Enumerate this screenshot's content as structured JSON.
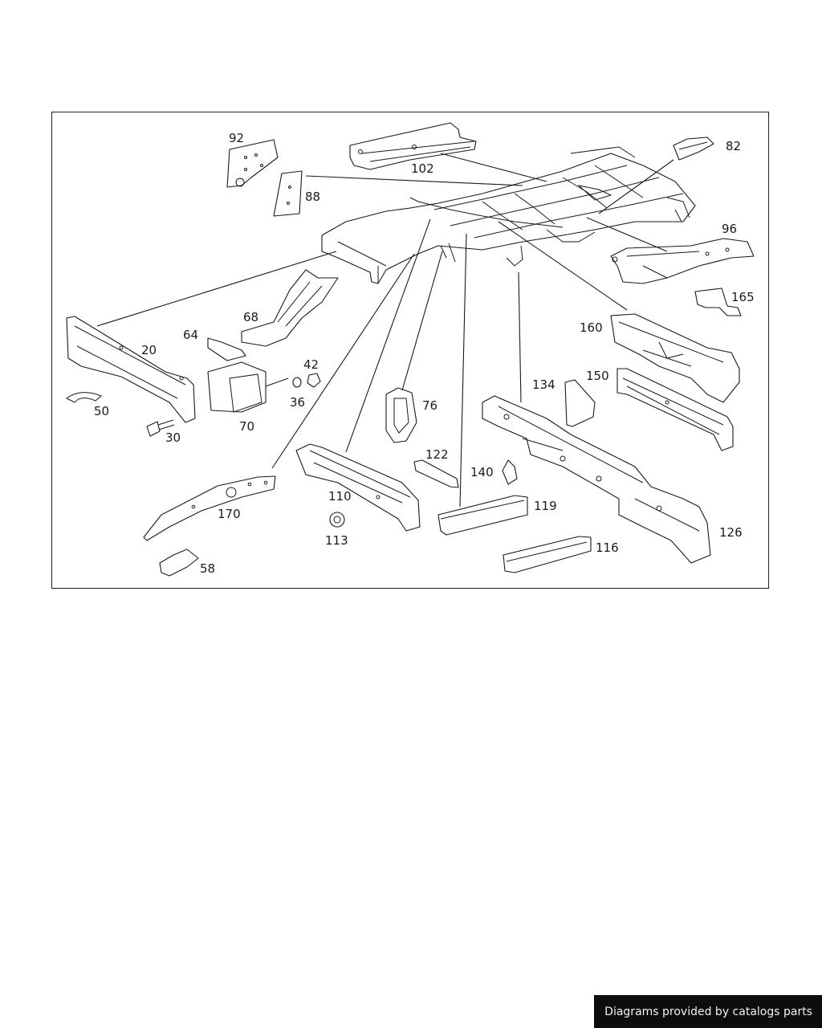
{
  "diagram": {
    "part_labels": [
      {
        "id": "92",
        "text": "92"
      },
      {
        "id": "88",
        "text": "88"
      },
      {
        "id": "102",
        "text": "102"
      },
      {
        "id": "82",
        "text": "82"
      },
      {
        "id": "96",
        "text": "96"
      },
      {
        "id": "165",
        "text": "165"
      },
      {
        "id": "160",
        "text": "160"
      },
      {
        "id": "150",
        "text": "150"
      },
      {
        "id": "134",
        "text": "134"
      },
      {
        "id": "68",
        "text": "68"
      },
      {
        "id": "64",
        "text": "64"
      },
      {
        "id": "20",
        "text": "20"
      },
      {
        "id": "42",
        "text": "42"
      },
      {
        "id": "36",
        "text": "36"
      },
      {
        "id": "70",
        "text": "70"
      },
      {
        "id": "50",
        "text": "50"
      },
      {
        "id": "30",
        "text": "30"
      },
      {
        "id": "76",
        "text": "76"
      },
      {
        "id": "122",
        "text": "122"
      },
      {
        "id": "140",
        "text": "140"
      },
      {
        "id": "119",
        "text": "119"
      },
      {
        "id": "110",
        "text": "110"
      },
      {
        "id": "113",
        "text": "113"
      },
      {
        "id": "170",
        "text": "170"
      },
      {
        "id": "58",
        "text": "58"
      },
      {
        "id": "116",
        "text": "116"
      },
      {
        "id": "126",
        "text": "126"
      }
    ]
  },
  "footer": {
    "text": "Diagrams provided by catalogs parts"
  }
}
